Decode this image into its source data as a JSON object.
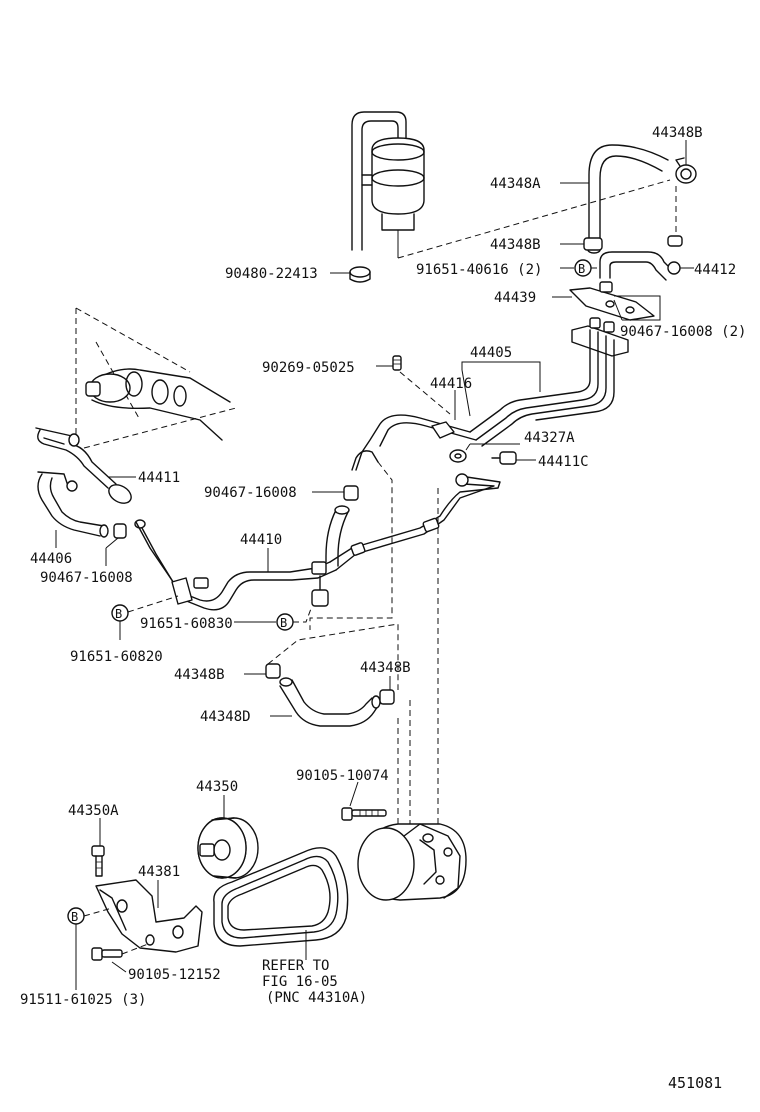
{
  "labels": {
    "l_44348B_top": "44348B",
    "l_44348A": "44348A",
    "l_44348B_mid": "44348B",
    "l_90480": "90480-22413",
    "l_91651_40616": "91651-40616 (2)",
    "l_44412": "44412",
    "l_44439": "44439",
    "l_90467_2": "90467-16008 (2)",
    "l_44405": "44405",
    "l_90269": "90269-05025",
    "l_44416": "44416",
    "l_44327A": "44327A",
    "l_44411C": "44411C",
    "l_44411": "44411",
    "l_90467_mid": "90467-16008",
    "l_44406": "44406",
    "l_90467_left": "90467-16008",
    "l_44410": "44410",
    "l_91651_60830": "91651-60830",
    "l_91651_60820": "91651-60820",
    "l_44348B_low1": "44348B",
    "l_44348B_low2": "44348B",
    "l_44348D": "44348D",
    "l_90105_10074": "90105-10074",
    "l_44350": "44350",
    "l_44350A": "44350A",
    "l_44381": "44381",
    "l_90105_12152": "90105-12152",
    "l_91511": "91511-61025 (3)",
    "refer_1": "REFER TO",
    "refer_2": "FIG 16-05",
    "refer_3": "(PNC 44310A)",
    "b_marker": "B",
    "diagram_number": "451081"
  }
}
